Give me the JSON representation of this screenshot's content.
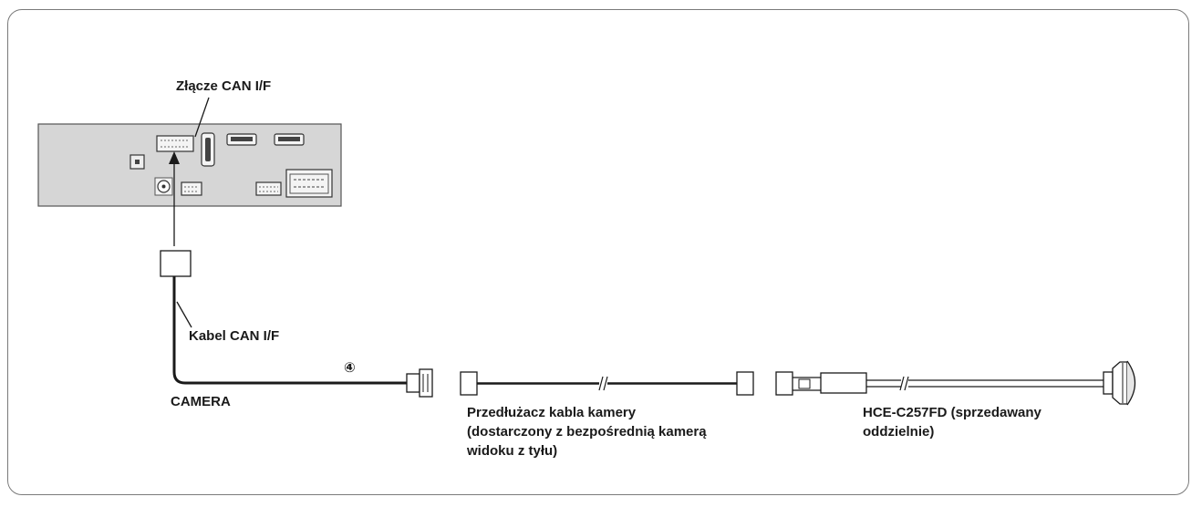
{
  "labels": {
    "connector": "Złącze CAN I/F",
    "cable": "Kabel CAN I/F",
    "camera": "CAMERA",
    "step_number": "④",
    "extension_line1": "Przedłużacz kabla kamery",
    "extension_line2": "(dostarczony z bezpośrednią kamerą",
    "extension_line3": "widoku z tyłu)",
    "product_line1": "HCE-C257FD (sprzedawany",
    "product_line2": "oddzielnie)"
  },
  "colors": {
    "panel": "#d6d6d6",
    "line": "#1a1a1a",
    "border": "#7a7a7a"
  }
}
